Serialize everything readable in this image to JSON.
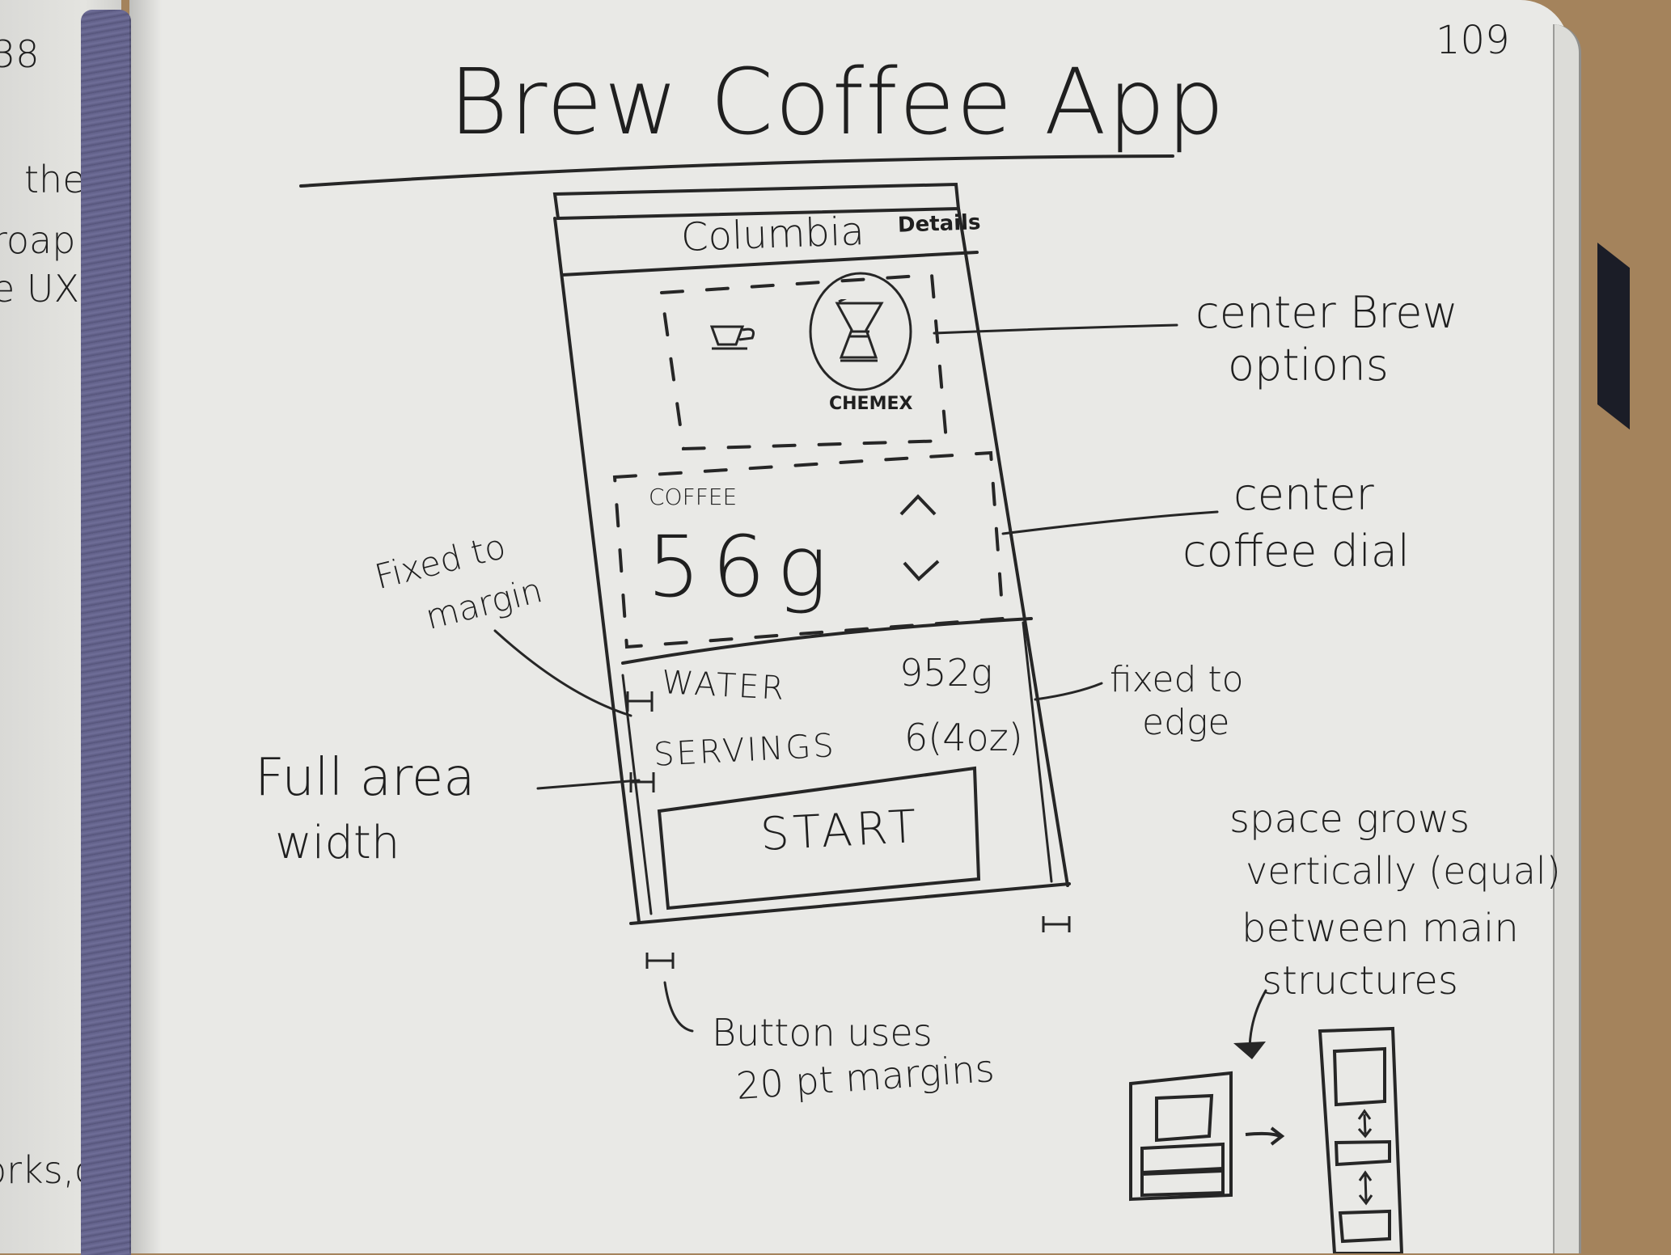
{
  "notebook": {
    "page_number": "109",
    "left_page_fragments": [
      "38",
      "the",
      "roap",
      "e UX",
      "orks,c"
    ]
  },
  "sketch": {
    "title": "Brew Coffee App",
    "phone": {
      "nav_title": "Columbia",
      "nav_action": "Details",
      "brew_options": {
        "items": [
          {
            "icon": "pour-over-dripper-icon",
            "label": ""
          },
          {
            "icon": "chemex-icon",
            "label": "CHEMEX",
            "selected": true
          }
        ]
      },
      "coffee_dial": {
        "label": "COFFEE",
        "value": "56g",
        "increment_icon": "chevron-up-icon",
        "decrement_icon": "chevron-down-icon"
      },
      "rows": [
        {
          "label": "WATER",
          "value": "952g"
        },
        {
          "label": "SERVINGS",
          "value": "6(4oz)"
        }
      ],
      "start_button": "START"
    },
    "annotations": {
      "center_brew_options": [
        "center Brew",
        "options"
      ],
      "center_coffee_dial": [
        "center",
        "coffee dial"
      ],
      "fixed_to_margin": [
        "Fixed to",
        "margin"
      ],
      "fixed_to_edge": [
        "fixed to",
        "edge"
      ],
      "full_area_width": [
        "Full area",
        "width"
      ],
      "button_margins": [
        "Button uses",
        "20 pt margins"
      ],
      "space_grows": [
        "space grows",
        "vertically (equal)",
        "between main",
        "structures"
      ]
    }
  }
}
